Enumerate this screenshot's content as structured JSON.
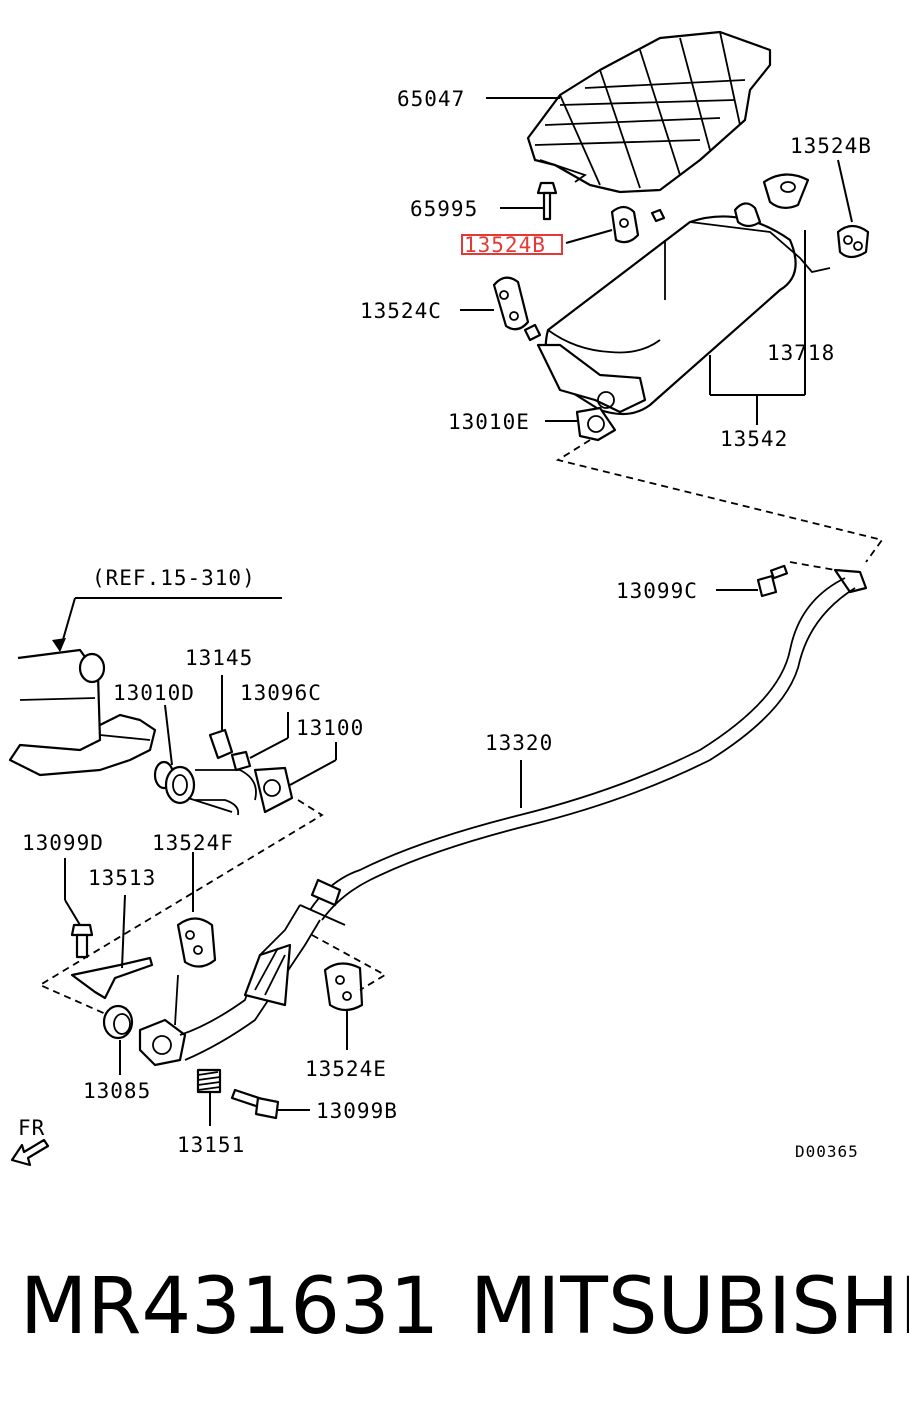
{
  "labels": {
    "p65047": "65047",
    "p65995": "65995",
    "p13524B_top": "13524B",
    "p13524B_hl": "13524B",
    "p13524C": "13524C",
    "p13718": "13718",
    "p13010E": "13010E",
    "p13542": "13542",
    "ref": "(REF.15-310)",
    "p13099C": "13099C",
    "p13145": "13145",
    "p13010D": "13010D",
    "p13096C": "13096C",
    "p13100": "13100",
    "p13320": "13320",
    "p13099D": "13099D",
    "p13524F": "13524F",
    "p13513": "13513",
    "p13085": "13085",
    "p13524E": "13524E",
    "p13099B": "13099B",
    "p13151": "13151",
    "fr": "FR",
    "code": "D00365"
  },
  "footer": {
    "part_number": "MR431631",
    "brand": "MITSUBISHI"
  },
  "colors": {
    "highlight": "#e53935",
    "ink": "#000000",
    "background": "#ffffff"
  }
}
